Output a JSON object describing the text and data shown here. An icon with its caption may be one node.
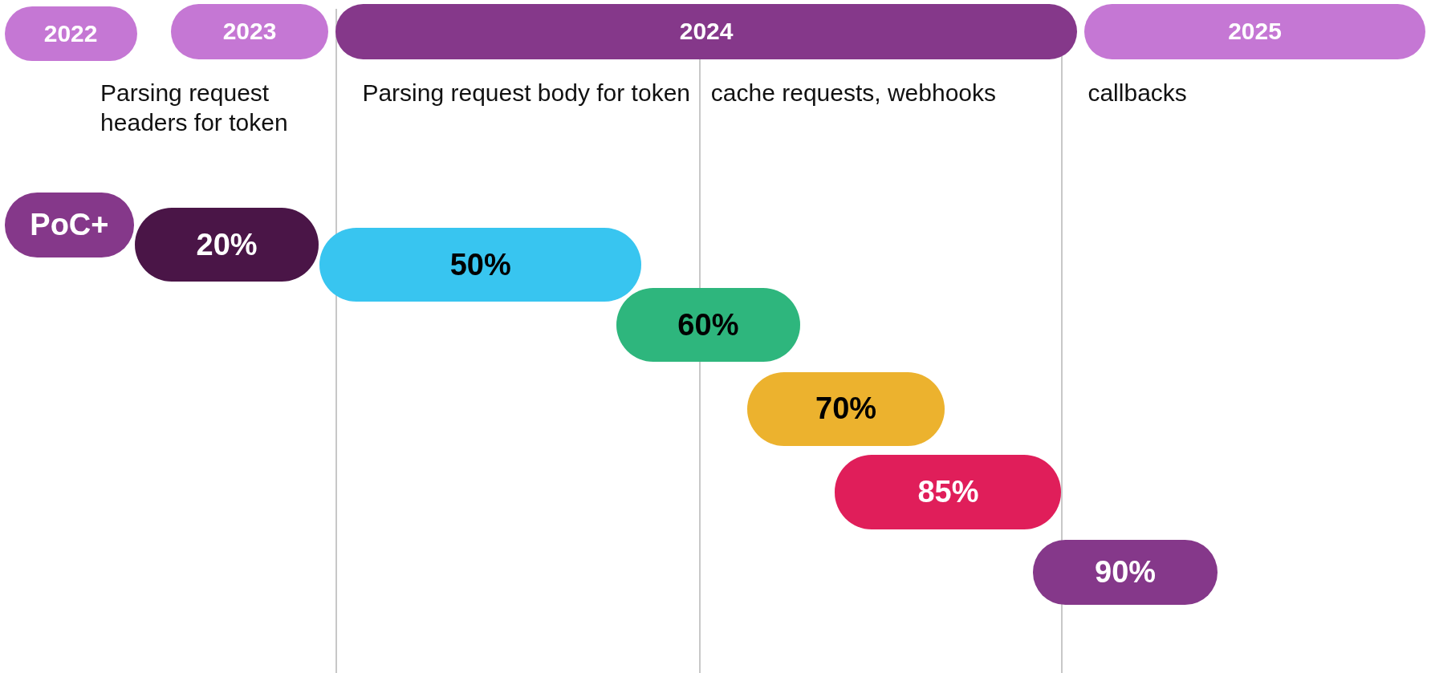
{
  "diagram": {
    "nodes": [
      {
        "text": [
          "2022"
        ]
      },
      {
        "text": [
          "2023"
        ]
      },
      {
        "text": [
          "2024"
        ]
      },
      {
        "text": [
          "2025"
        ]
      },
      {
        "text": [
          "PoC+"
        ]
      },
      {
        "text": [
          "20%"
        ]
      },
      {
        "text": [
          "50%"
        ]
      },
      {
        "text": [
          "60%"
        ]
      },
      {
        "text": [
          "70%"
        ]
      },
      {
        "text": [
          "85%"
        ]
      },
      {
        "text": [
          "90%"
        ]
      }
    ],
    "labels": [
      "Parsing request headers for token",
      "Parsing request body for token",
      "cache requests, webhooks",
      "callbacks"
    ]
  }
}
